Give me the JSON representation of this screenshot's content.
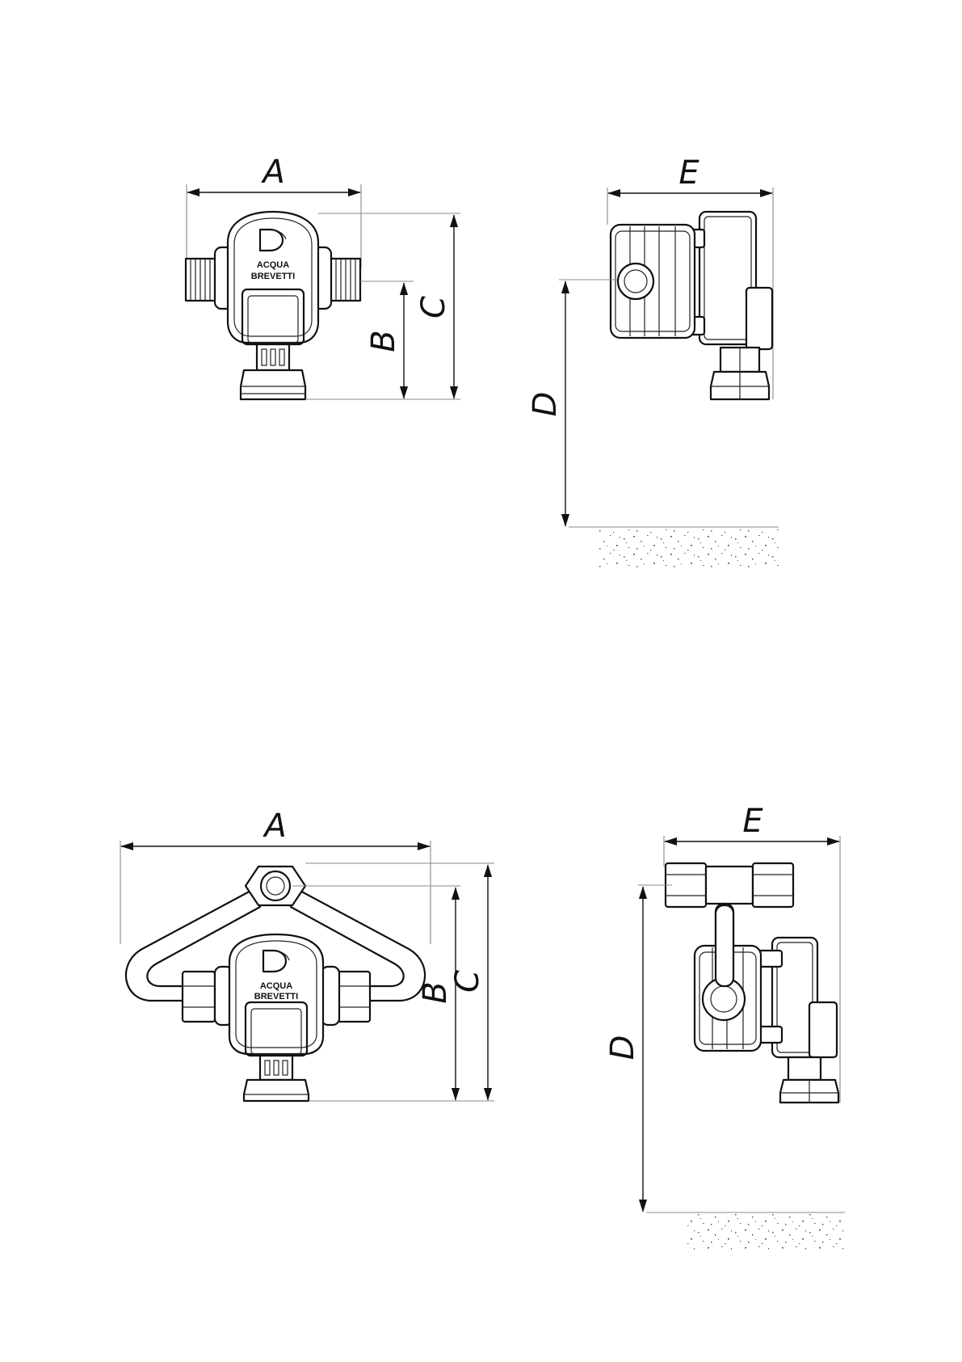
{
  "brand": {
    "line1": "ACQUA",
    "line2": "BREVETTI"
  },
  "views": {
    "top_front": {
      "dim_a": "A",
      "dim_b": "B",
      "dim_c": "C"
    },
    "top_side": {
      "dim_e": "E",
      "dim_d": "D"
    },
    "bottom_front": {
      "dim_a": "A",
      "dim_b": "B",
      "dim_c": "C"
    },
    "bottom_side": {
      "dim_e": "E",
      "dim_d": "D"
    }
  }
}
